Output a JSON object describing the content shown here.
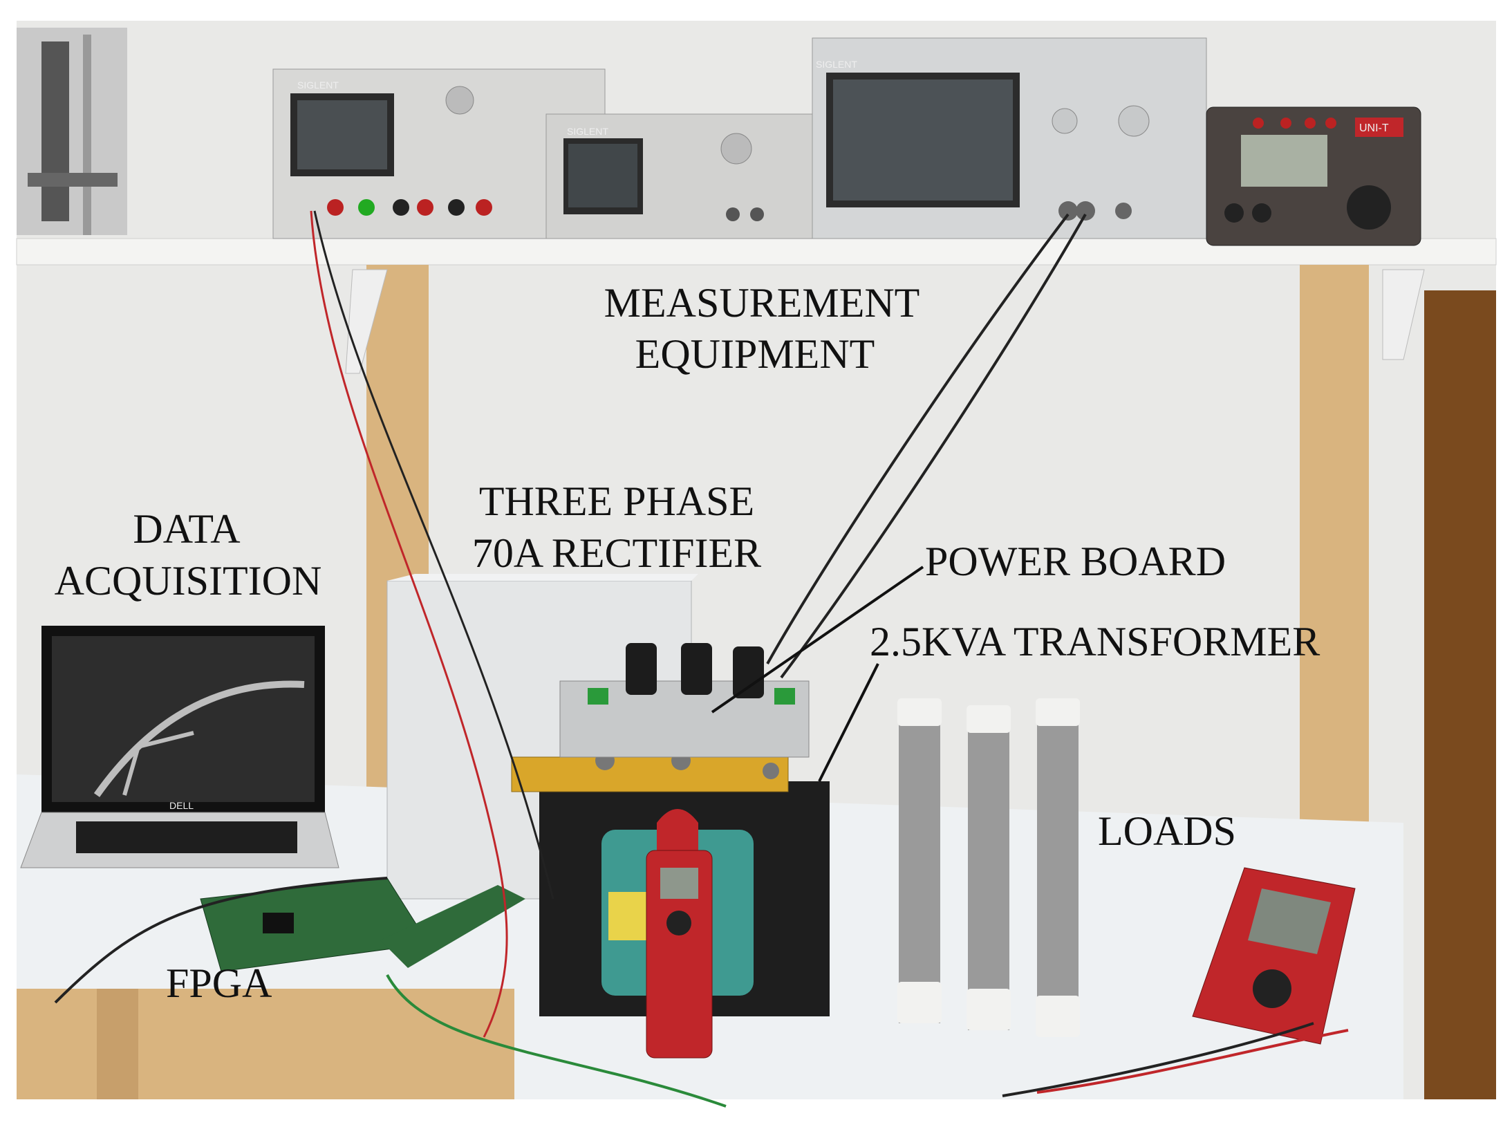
{
  "labels": {
    "measurement_line1": "MEASUREMENT",
    "measurement_line2": "EQUIPMENT",
    "rectifier_line1": "THREE PHASE",
    "rectifier_line2": "70A RECTIFIER",
    "data_acq_line1": "DATA",
    "data_acq_line2": "ACQUISITION",
    "power_board": "POWER BOARD",
    "transformer": "2.5KVA TRANSFORMER",
    "loads": "LOADS",
    "fpga": "FPGA"
  },
  "device_brands": {
    "power_supply": "SIGLENT",
    "function_generator": "SIGLENT",
    "oscilloscope": "SIGLENT",
    "insulation_tester": "UNI-T",
    "laptop": "DELL"
  },
  "colors": {
    "wall": "#e9e9e7",
    "shelf": "#f4f4f2",
    "wood": "#d9b47f",
    "bench": "#eef1f3",
    "instrument_gray": "#d8d8d6",
    "multimeter_red": "#c0262a",
    "yellow_bar": "#d9a62a",
    "transformer_green": "#3f9a91"
  }
}
